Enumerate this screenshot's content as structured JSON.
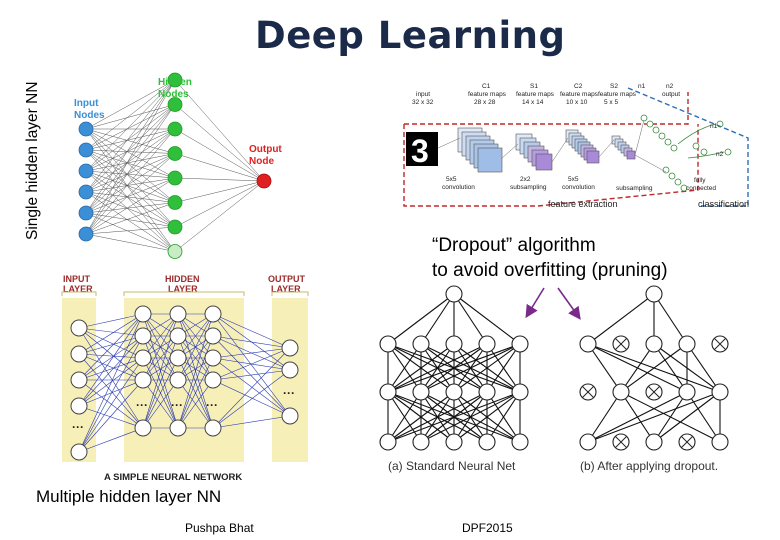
{
  "title": "Deep Learning",
  "single_nn": {
    "side_label": "Single hidden layer NN",
    "input_label": "Input\nNodes",
    "hidden_label": "Hidden\nNodes",
    "output_label": "Output\nNode",
    "colors": {
      "input": "#3a8fd6",
      "hidden": "#2fbf3a",
      "output": "#e02020"
    }
  },
  "cnn": {
    "digit": "3",
    "labels": {
      "input": "input",
      "input_size": "32 x 32",
      "c1": "C1",
      "c1_sub": "feature maps",
      "c1_size": "28 x 28",
      "s1": "S1",
      "s1_sub": "feature maps",
      "s1_size": "14 x 14",
      "c2": "C2",
      "c2_sub": "feature maps",
      "c2_size": "10 x 10",
      "s2": "S2",
      "s2_sub": "feature maps",
      "s2_size": "5 x 5",
      "n1": "n1",
      "n2": "n2",
      "output": "output",
      "conv1": "5x5\nconvolution",
      "sub1": "2x2\nsubsampling",
      "conv2": "5x5\nconvolution",
      "sub2": "subsampling",
      "fc": "fully\nconnected",
      "feature_extraction": "feature extraction",
      "classification": "classification"
    }
  },
  "multi_nn": {
    "input_layer": "INPUT\nLAYER",
    "hidden_layer": "HIDDEN\nLAYER",
    "output_layer": "OUTPUT\nLAYER",
    "caption": "A SIMPLE NEURAL NETWORK",
    "bottom_label": "Multiple hidden layer NN"
  },
  "dropout": {
    "caption": "“Dropout” algorithm\nto avoid overfitting (pruning)",
    "standard_label": "(a) Standard Neural Net",
    "after_label": "(b) After applying dropout."
  },
  "footer": {
    "author": "Pushpa Bhat",
    "conference": "DPF2015"
  }
}
